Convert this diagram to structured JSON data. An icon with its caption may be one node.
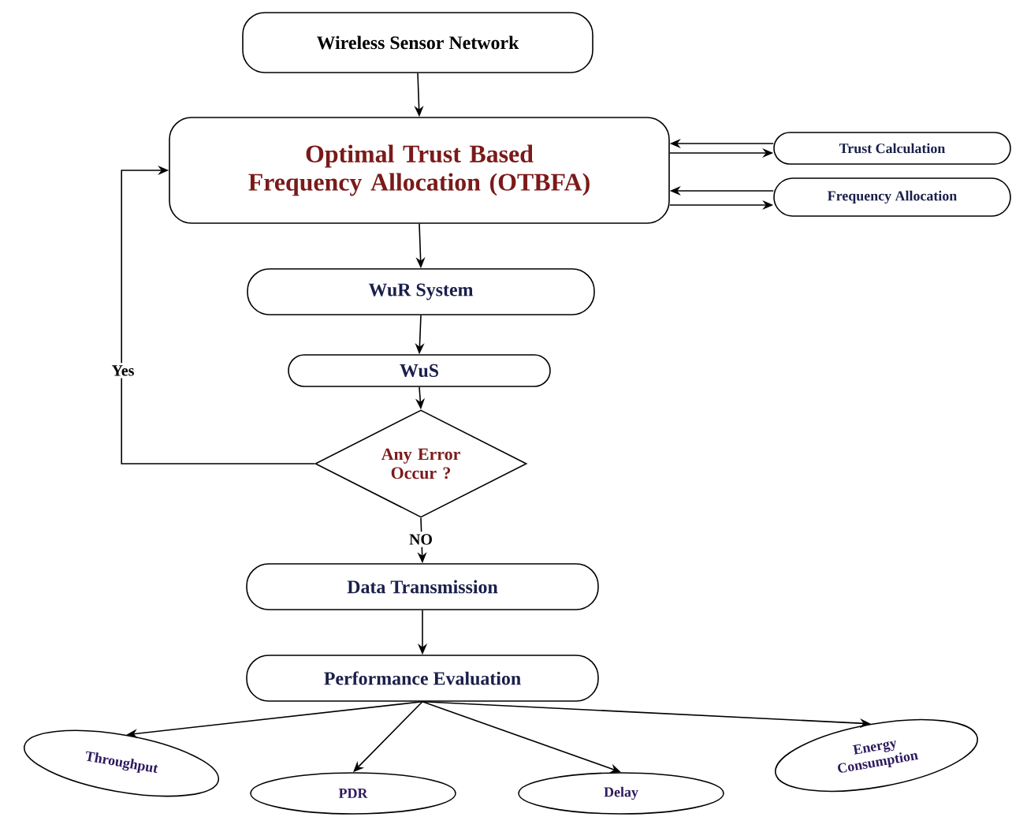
{
  "diagram": {
    "nodes": [
      {
        "text": [
          "Wireless Sensor Network"
        ]
      },
      {
        "text": [
          "Optimal Trust Based Frequency Allocation (OTBFA)"
        ]
      },
      {
        "text": [
          "Trust Calculation"
        ]
      },
      {
        "text": [
          "Frequency Allocation"
        ]
      },
      {
        "text": [
          "WuR System"
        ]
      },
      {
        "text": [
          "WuS"
        ]
      },
      {
        "text": [
          "Any Error Occur ?"
        ]
      },
      {
        "text": [
          "Data Transmission"
        ]
      },
      {
        "text": [
          "Performance Evaluation"
        ]
      },
      {
        "text": [
          "Throughput"
        ]
      },
      {
        "text": [
          "PDR"
        ]
      },
      {
        "text": [
          "Delay"
        ]
      },
      {
        "text": [
          "Energy Consumption"
        ]
      }
    ],
    "edges": [
      {
        "from": 0,
        "to": 1,
        "arrow": "to"
      },
      {
        "from": 2,
        "to": 1,
        "arrow": "to"
      },
      {
        "from": 1,
        "to": 2,
        "arrow": "to"
      },
      {
        "from": 3,
        "to": 1,
        "arrow": "to"
      },
      {
        "from": 1,
        "to": 3,
        "arrow": "to"
      },
      {
        "from": 1,
        "to": 4,
        "arrow": "to"
      },
      {
        "from": 4,
        "to": 5,
        "arrow": "to"
      },
      {
        "from": 5,
        "to": 6,
        "arrow": "to"
      },
      {
        "from": 6,
        "to": 1,
        "arrow": "to",
        "label": "Yes"
      },
      {
        "from": 6,
        "to": 7,
        "arrow": "to",
        "label": "NO"
      },
      {
        "from": 7,
        "to": 8,
        "arrow": "to"
      },
      {
        "from": 8,
        "to": 9,
        "arrow": "to"
      },
      {
        "from": 8,
        "to": 10,
        "arrow": "to"
      },
      {
        "from": 8,
        "to": 11,
        "arrow": "to"
      },
      {
        "from": 8,
        "to": 12,
        "arrow": "to"
      }
    ]
  }
}
